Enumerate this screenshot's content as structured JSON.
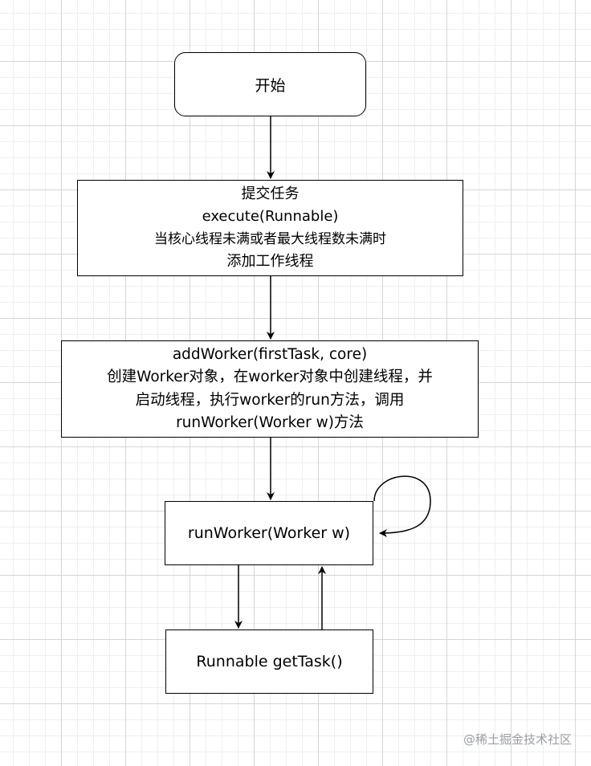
{
  "nodes": {
    "start": {
      "label": "开始"
    },
    "submit": {
      "line1": "提交任务",
      "line2": "execute(Runnable)",
      "line3": "当核心线程未满或者最大线程数未满时",
      "line4": "添加工作线程"
    },
    "add_worker": {
      "line1": "addWorker(firstTask, core)",
      "line2": "创建Worker对象，在worker对象中创建线程，并",
      "line3": "启动线程，执行worker的run方法，调用",
      "line4": "runWorker(Worker w)方法"
    },
    "run_worker": {
      "label": "runWorker(Worker w)"
    },
    "get_task": {
      "label": "Runnable getTask()"
    }
  },
  "edges": [
    {
      "from": "start",
      "to": "submit"
    },
    {
      "from": "submit",
      "to": "add_worker"
    },
    {
      "from": "add_worker",
      "to": "run_worker"
    },
    {
      "from": "run_worker",
      "to": "run_worker",
      "kind": "self-loop"
    },
    {
      "from": "run_worker",
      "to": "get_task"
    },
    {
      "from": "get_task",
      "to": "run_worker"
    }
  ],
  "watermark": {
    "text": "@稀土掘金技术社区"
  },
  "colors": {
    "stroke": "#000000",
    "fill": "#ffffff",
    "grid": "#d6d6d6",
    "watermark": "#9a9ea6"
  }
}
